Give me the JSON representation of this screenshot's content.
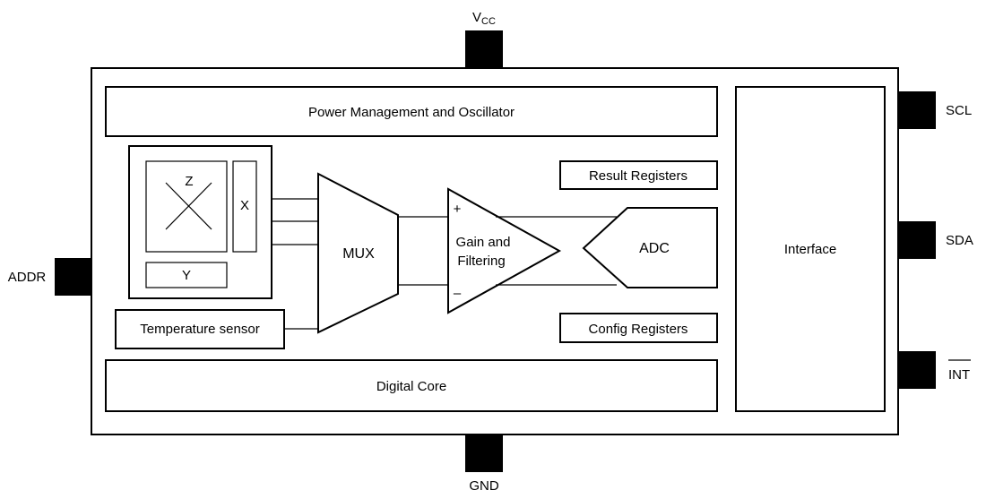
{
  "pins": {
    "vcc": {
      "main": "V",
      "sub": "CC"
    },
    "gnd": "GND",
    "addr": "ADDR",
    "scl": "SCL",
    "sda": "SDA",
    "int": "INT"
  },
  "blocks": {
    "power": "Power Management and Oscillator",
    "sensor": {
      "z": "Z",
      "x": "X",
      "y": "Y"
    },
    "temperature": "Temperature sensor",
    "mux": "MUX",
    "amp": {
      "line1": "Gain and",
      "line2": "Filtering",
      "plus": "+",
      "minus": "–"
    },
    "adc": "ADC",
    "result_registers": "Result Registers",
    "config_registers": "Config Registers",
    "digital_core": "Digital Core",
    "interface": "Interface"
  }
}
